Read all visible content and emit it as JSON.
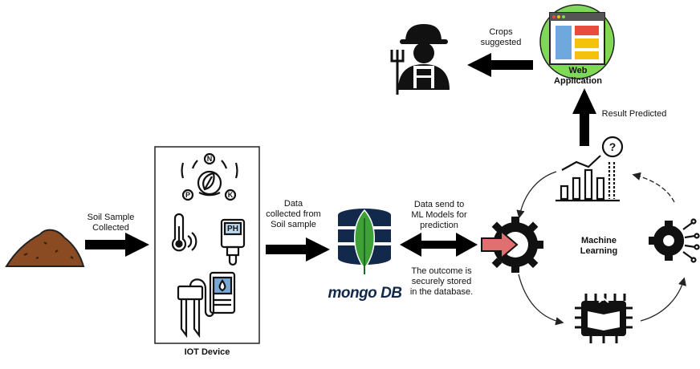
{
  "labels": {
    "soil_collected": [
      "Soil Sample",
      "Collected"
    ],
    "iot_device": "IOT Device",
    "data_collected": [
      "Data",
      "collected from",
      "Soil sample"
    ],
    "data_send": [
      "Data send to",
      "ML Models for",
      "prediction"
    ],
    "outcome_stored": [
      "The outcome is",
      "securely stored",
      "in the database."
    ],
    "machine_learning": [
      "Machine",
      "Learning"
    ],
    "result_predicted": "Result Predicted",
    "web_application": [
      "Web",
      "Application"
    ],
    "crops_suggested": [
      "Crops",
      "suggested"
    ],
    "mongodb_logo": "mongo DB"
  },
  "sensor_letters": {
    "n": "N",
    "p": "P",
    "k": "K",
    "ph": "PH",
    "question": "?"
  },
  "colors": {
    "soil": "#8a4a22",
    "mongo_leaf": "#3fa037",
    "mongo_db": "#13294b",
    "web_circle": "#7ed957",
    "gear_arrow": "#e07070",
    "ph_screen": "#bcd7ec",
    "drop_badge": "#7aa7d6",
    "browser_blue": "#6fa8dc",
    "browser_yellow": "#f4c20d",
    "browser_red": "#e74c3c"
  }
}
